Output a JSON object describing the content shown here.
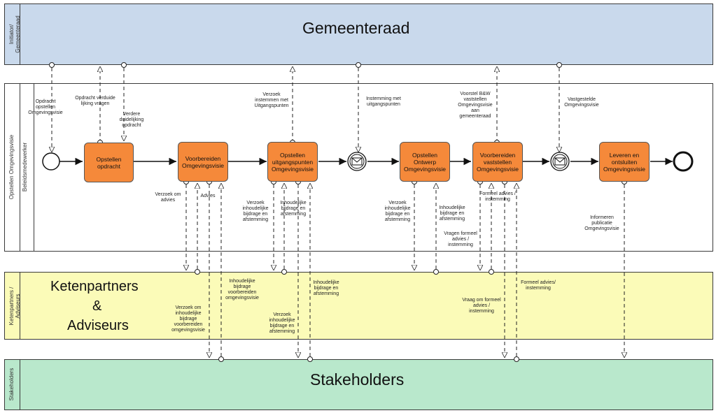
{
  "pools": {
    "gemeenteraad": {
      "side_label": "Initiator/\nGemeenteraad",
      "title": "Gemeenteraad",
      "fill": "#c9d9ec"
    },
    "main": {
      "side_label": "Opstellen Omgevingsvisie",
      "lane_label": "Beleidsmedewerker",
      "fill": "#ffffff"
    },
    "ketenpartners": {
      "side_label": "Ketenpartners /\nAdviseurs",
      "title_line1": "Ketenpartners",
      "title_line2": "&",
      "title_line3": "Adviseurs",
      "fill": "#fbfbb8"
    },
    "stakeholders": {
      "side_label": "Stakeholders",
      "title": "Stakeholders",
      "fill": "#b9e8cc"
    }
  },
  "tasks": {
    "t1": "Opstellen\nopdracht",
    "t2": "Voorbereiden\nOmgevingsvisie",
    "t3": "Opstellen\nuitgangspunten\nOmgevingsvisie",
    "t4": "Opstellen\nOntwerp\nOmgevingsvisie",
    "t5": "Voorbereiden\nvaststellen\nOmgevingsvisie",
    "t6": "Leveren en\nontsluiten\nOmgevingsvisie"
  },
  "annotations": {
    "a1": "Opdracht\nopstellen\nOmgevingsvisie",
    "a2": "Opdracht verduide\nlijking vragen",
    "a3": "Verdere\nduidelijking\nopdracht",
    "a4": "Verzoek\ninstemmen met\nUitgangspunten",
    "a5": "Instemming met\nuitgangspunten",
    "a6": "Voorstel B&W\nvaststellen\nOmgevingsvisie\naan\ngemeenteraad",
    "a7": "Vastgestelde\nOmgevingsvisie",
    "a8": "Verzoek om\nadvies",
    "a9": "Advies",
    "a10": "Verzoek\ninhoudelijke\nbijdrage en\nafstemming",
    "a11": "Inhoudelijke\nbijdrage en\nafstemming",
    "a12": "Verzoek\ninhoudelijke\nbijdrage en\nafstemming",
    "a13": "Inhoudelijke\nbijdrage en\nafstemming",
    "a14": "Formeel advies /\ninstemming",
    "a15": "Vragen formeel\nadvies /\ninstemming",
    "a16": "Informeren\npublicatie\nOmgevingsvisie",
    "a17": "Inhoudelijke\nbijdrage\nvoorbereiden\nomgevingsvisie",
    "a18": "Verzoek om\ninhoudelijke\nbijdrage\nvoorbereiden\nomgevingsvisie",
    "a19": "Inhoudelijke\nbijdrage en\nafstemming",
    "a20": "Verzoek\ninhoudelijke\nbijdrage en\nafstemming",
    "a21": "Vraag om formeel\nadvies /\ninstemming",
    "a22": "Formeel advies/\ninstemming"
  },
  "colors": {
    "task_fill": "#f5893a",
    "line": "#222222"
  }
}
